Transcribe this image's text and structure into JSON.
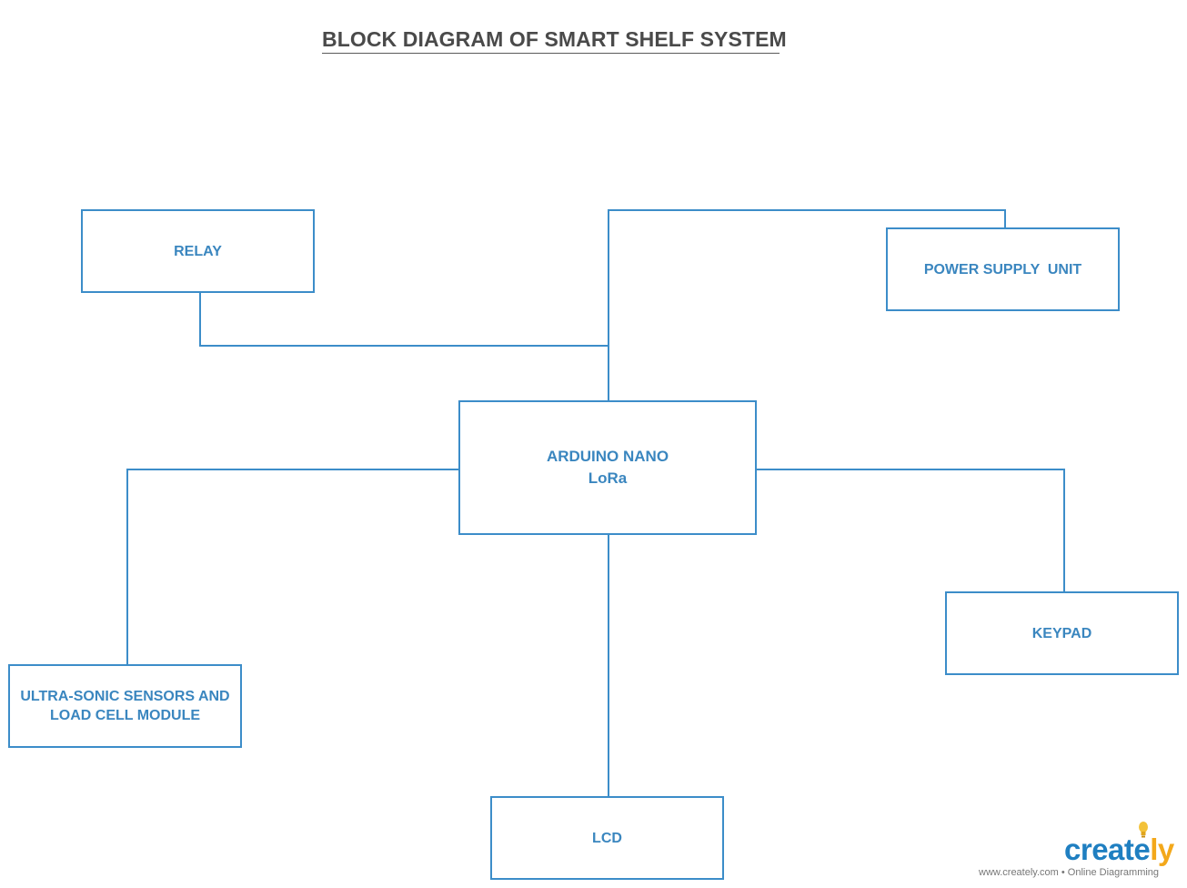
{
  "diagram": {
    "title": "BLOCK DIAGRAM OF SMART SHELF SYSTEM",
    "blocks": {
      "relay": {
        "line1": "RELAY"
      },
      "power": {
        "line1": "POWER SUPPLY  UNIT"
      },
      "arduino": {
        "line1": "ARDUINO NANO",
        "line2": "LoRa"
      },
      "sensors": {
        "line1": "ULTRA-SONIC SENSORS AND",
        "line2": "LOAD CELL MODULE"
      },
      "keypad": {
        "line1": "KEYPAD"
      },
      "lcd": {
        "line1": "LCD"
      }
    },
    "connections": [
      [
        "relay",
        "arduino"
      ],
      [
        "power",
        "arduino"
      ],
      [
        "sensors",
        "arduino"
      ],
      [
        "keypad",
        "arduino"
      ],
      [
        "lcd",
        "arduino"
      ]
    ],
    "colors": {
      "stroke": "#3c8dc9",
      "text": "#3a86bf",
      "title": "#4a4a4a"
    }
  },
  "branding": {
    "logo_text_main": "create",
    "logo_text_accent": "ly",
    "footer": "www.creately.com • Online Diagramming",
    "colors": {
      "logo": "#1f7fc1",
      "accent": "#f3a81b"
    }
  }
}
